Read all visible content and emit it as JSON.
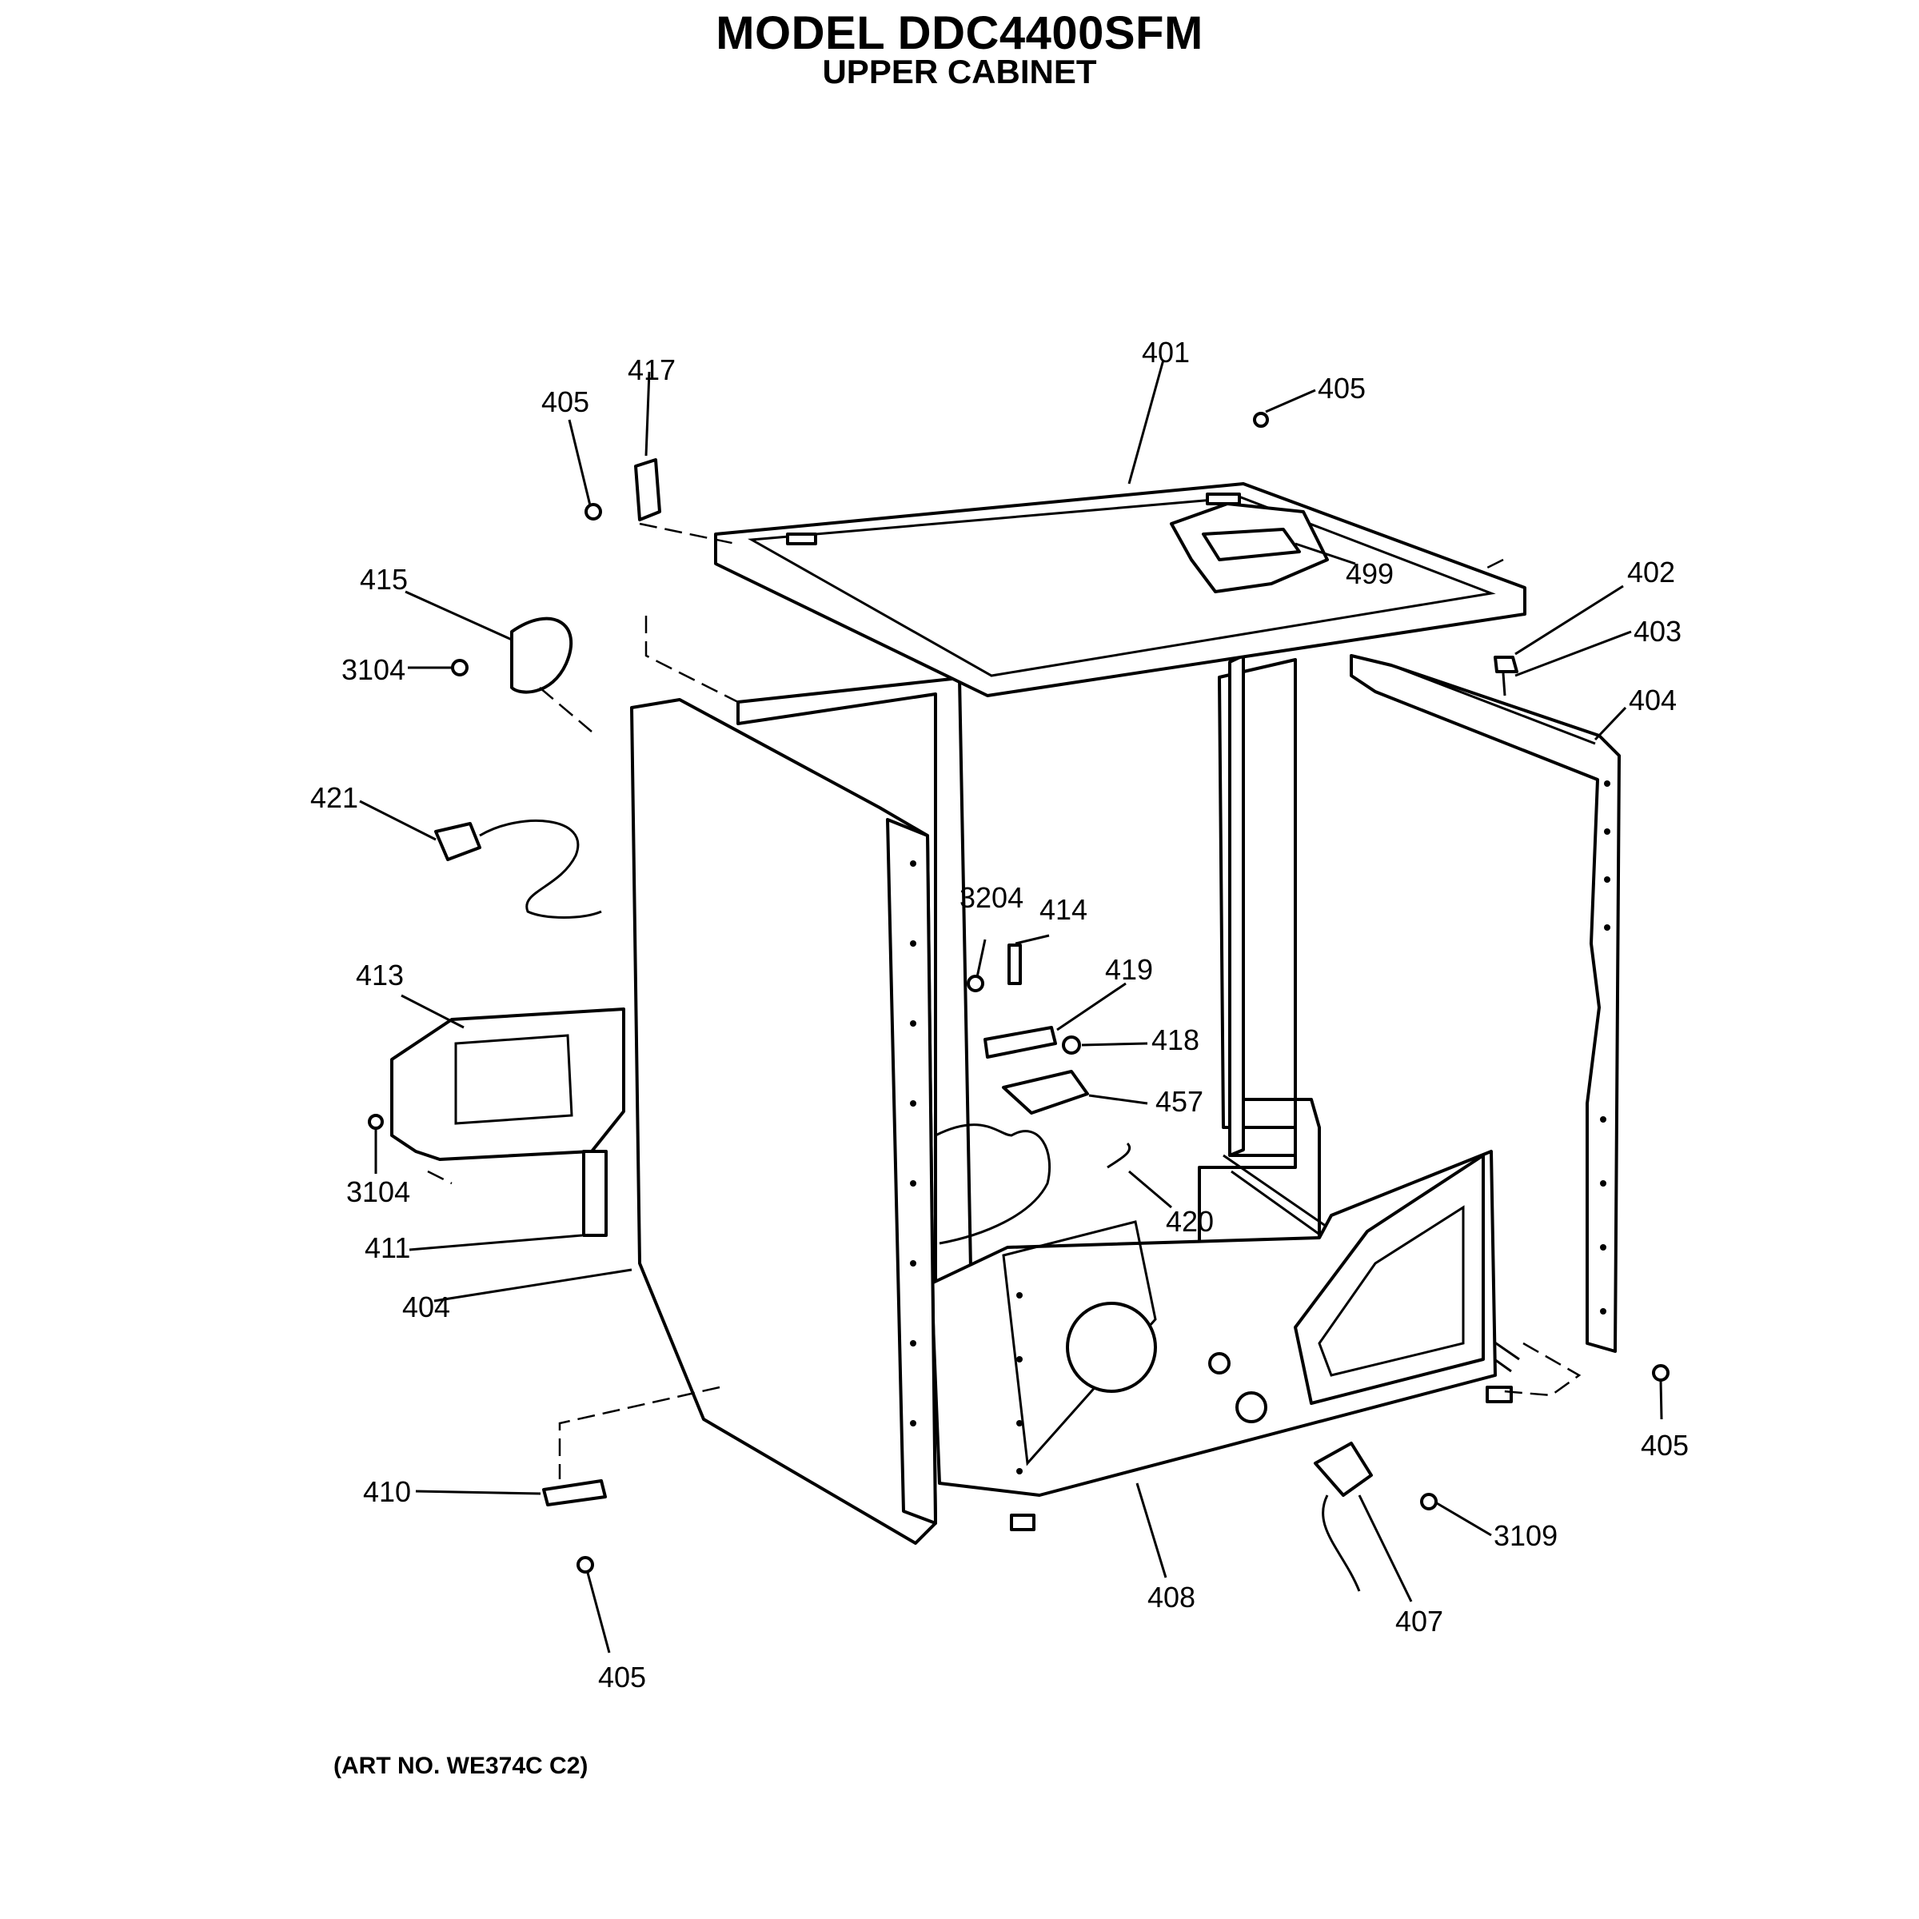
{
  "title": "MODEL DDC4400SFM",
  "subtitle": "UPPER CABINET",
  "art_number": "(ART NO. WE374C C2)",
  "part_labels": {
    "p401": "401",
    "p405_top": "405",
    "p417": "417",
    "p405_left": "405",
    "p499": "499",
    "p402": "402",
    "p403": "403",
    "p404_right": "404",
    "p415": "415",
    "p3104_top": "3104",
    "p421": "421",
    "p3204": "3204",
    "p414": "414",
    "p419": "419",
    "p418": "418",
    "p457": "457",
    "p413": "413",
    "p3104_bottom": "3104",
    "p420": "420",
    "p411": "411",
    "p404_left": "404",
    "p405_right": "405",
    "p410": "410",
    "p3109": "3109",
    "p408": "408",
    "p407": "407",
    "p405_bottom": "405"
  }
}
